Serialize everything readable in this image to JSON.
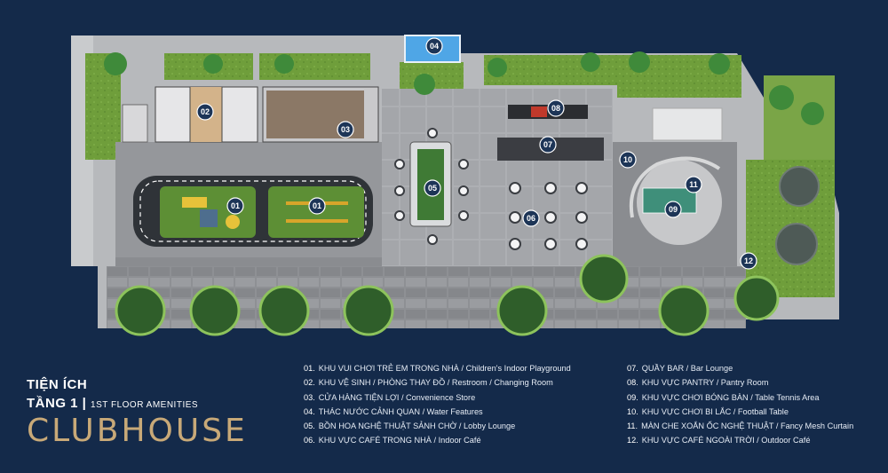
{
  "title": {
    "line1": "TIỆN ÍCH",
    "line2_main": "TẦNG 1 |",
    "line2_sub": "1ST FLOOR AMENITIES",
    "line3": "CLUBHOUSE"
  },
  "colors": {
    "background": "#142a4a",
    "accent_gold": "#c8a978",
    "pin": "#1d3557",
    "lawn": "#6a9a3a",
    "playground_turf": "#5d8f35"
  },
  "pins": [
    {
      "num": "01",
      "id": "playground-a"
    },
    {
      "num": "01",
      "id": "playground-b"
    },
    {
      "num": "02"
    },
    {
      "num": "03"
    },
    {
      "num": "04"
    },
    {
      "num": "05"
    },
    {
      "num": "06"
    },
    {
      "num": "07"
    },
    {
      "num": "08"
    },
    {
      "num": "09"
    },
    {
      "num": "10"
    },
    {
      "num": "11"
    },
    {
      "num": "12"
    }
  ],
  "legend": [
    {
      "num": "01.",
      "text": "KHU VUI CHƠI TRẺ EM TRONG NHÀ / Children's Indoor Playground"
    },
    {
      "num": "02.",
      "text": "KHU VỆ SINH / PHÒNG THAY ĐỒ / Restroom / Changing Room"
    },
    {
      "num": "03.",
      "text": "CỬA HÀNG TIỆN LỢI / Convenience Store"
    },
    {
      "num": "04.",
      "text": "THÁC NƯỚC CẢNH QUAN / Water Features"
    },
    {
      "num": "05.",
      "text": "BỒN HOA NGHỆ THUẬT SẢNH CHỜ / Lobby Lounge"
    },
    {
      "num": "06.",
      "text": "KHU VỰC CAFÉ TRONG NHÀ / Indoor Café"
    },
    {
      "num": "07.",
      "text": "QUẦY BAR / Bar Lounge"
    },
    {
      "num": "08.",
      "text": "KHU VỰC PANTRY / Pantry Room"
    },
    {
      "num": "09.",
      "text": "KHU VỰC CHƠI BÓNG BÀN / Table Tennis Area"
    },
    {
      "num": "10.",
      "text": "KHU VỰC CHƠI BI LẮC / Football Table"
    },
    {
      "num": "11.",
      "text": "MÀN CHE XOẮN ỐC NGHỆ THUẬT / Fancy Mesh Curtain"
    },
    {
      "num": "12.",
      "text": "KHU VỰC CAFÉ NGOÀI TRỜI / Outdoor Café"
    }
  ]
}
